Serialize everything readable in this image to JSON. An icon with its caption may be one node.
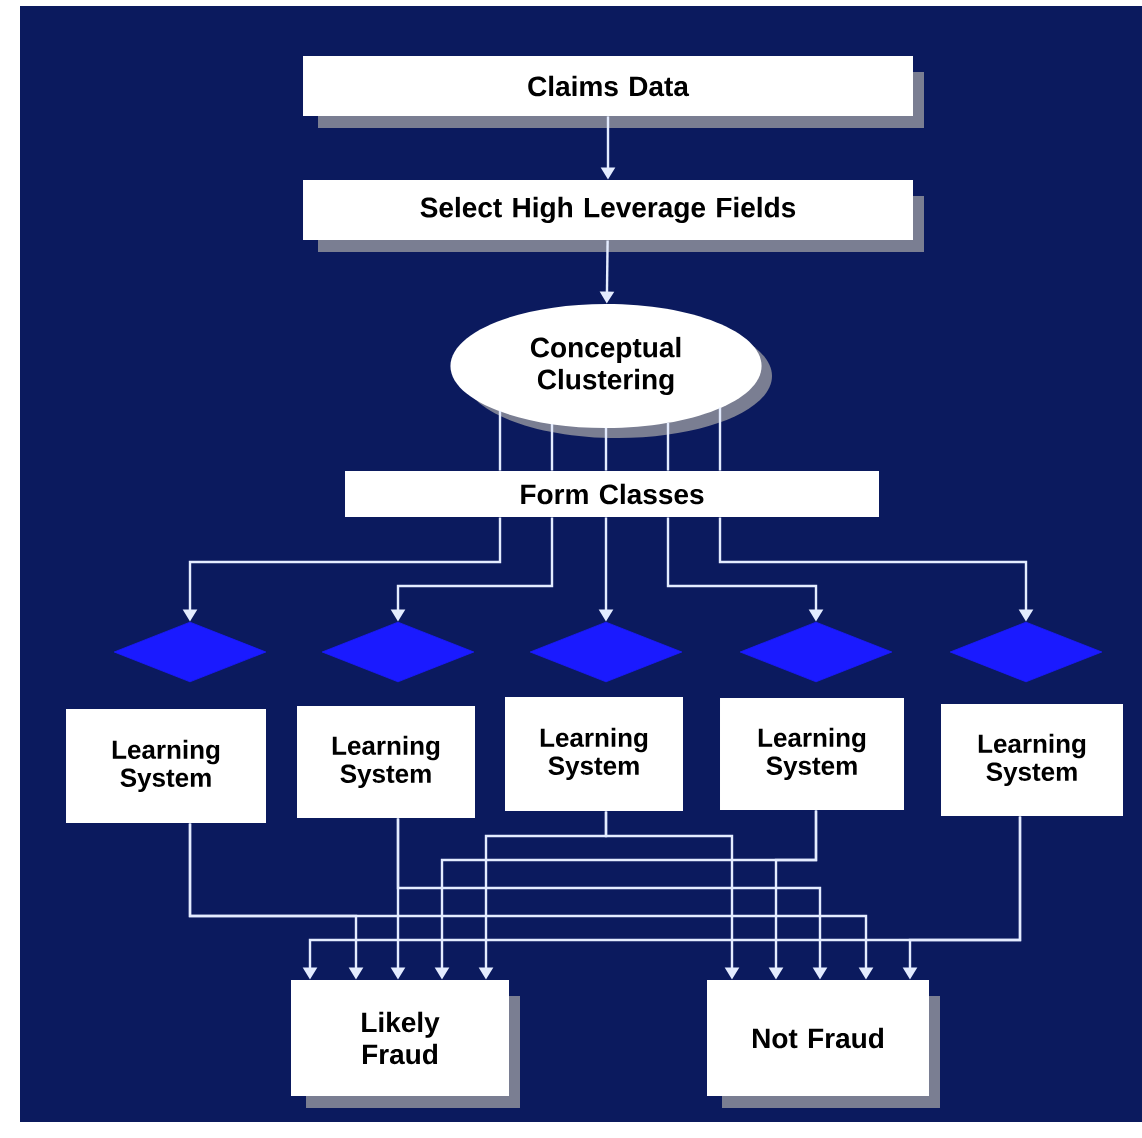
{
  "diagram": {
    "nodes": [
      {
        "text": [
          "Claims Data"
        ]
      },
      {
        "text": [
          "Select High Leverage Fields"
        ]
      },
      {
        "text": [
          "Conceptual Clustering"
        ]
      },
      {
        "text": [
          "Form Classes"
        ]
      },
      {
        "text": [],
        "shape": "diamond"
      },
      {
        "text": [],
        "shape": "diamond"
      },
      {
        "text": [],
        "shape": "diamond"
      },
      {
        "text": [],
        "shape": "diamond"
      },
      {
        "text": [],
        "shape": "diamond"
      },
      {
        "text": [
          "Learning System"
        ]
      },
      {
        "text": [
          "Learning System"
        ]
      },
      {
        "text": [
          "Learning System"
        ]
      },
      {
        "text": [
          "Learning System"
        ]
      },
      {
        "text": [
          "Learning System"
        ]
      },
      {
        "text": [
          "Likely Fraud"
        ]
      },
      {
        "text": [
          "Not Fraud"
        ]
      }
    ],
    "edges": [
      {
        "from": 0,
        "to": 1,
        "arrow": "to"
      },
      {
        "from": 1,
        "to": 2,
        "arrow": "to"
      },
      {
        "from": 2,
        "to": 3,
        "arrow": "none"
      },
      {
        "from": 2,
        "to": 3,
        "arrow": "none"
      },
      {
        "from": 2,
        "to": 3,
        "arrow": "none"
      },
      {
        "from": 2,
        "to": 3,
        "arrow": "none"
      },
      {
        "from": 2,
        "to": 3,
        "arrow": "none"
      },
      {
        "from": 3,
        "to": 4,
        "arrow": "to"
      },
      {
        "from": 3,
        "to": 5,
        "arrow": "to"
      },
      {
        "from": 3,
        "to": 6,
        "arrow": "to"
      },
      {
        "from": 3,
        "to": 7,
        "arrow": "to"
      },
      {
        "from": 3,
        "to": 8,
        "arrow": "to"
      },
      {
        "from": 9,
        "to": 14,
        "arrow": "to"
      },
      {
        "from": 9,
        "to": 15,
        "arrow": "to"
      },
      {
        "from": 10,
        "to": 14,
        "arrow": "to"
      },
      {
        "from": 10,
        "to": 15,
        "arrow": "to"
      },
      {
        "from": 11,
        "to": 14,
        "arrow": "to"
      },
      {
        "from": 11,
        "to": 15,
        "arrow": "to"
      },
      {
        "from": 12,
        "to": 14,
        "arrow": "to"
      },
      {
        "from": 12,
        "to": 15,
        "arrow": "to"
      },
      {
        "from": 13,
        "to": 14,
        "arrow": "to"
      },
      {
        "from": 13,
        "to": 15,
        "arrow": "to"
      }
    ]
  }
}
